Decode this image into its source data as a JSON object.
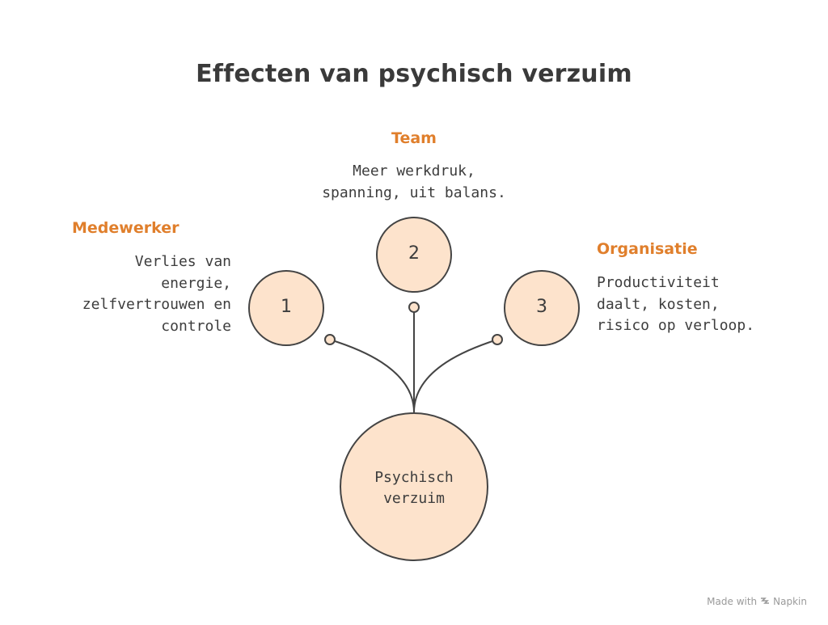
{
  "title": "Effecten van psychisch verzuim",
  "center": {
    "label": "Psychisch\nverzuim"
  },
  "branches": [
    {
      "number": "1",
      "heading": "Medewerker",
      "description": "Verlies van\nenergie,\nzelfvertrouwen en\ncontrole"
    },
    {
      "number": "2",
      "heading": "Team",
      "description": "Meer werkdruk,\nspanning, uit balans."
    },
    {
      "number": "3",
      "heading": "Organisatie",
      "description": "Productiviteit\ndaalt, kosten,\nrisico op verloop."
    }
  ],
  "watermark": {
    "prefix": "Made with",
    "brand": "Napkin",
    "icon": "napkin-logo-icon"
  },
  "colors": {
    "circle_fill": "#fde3cc",
    "circle_stroke": "#444444",
    "heading": "#e07f2c",
    "text": "#3d3d3d"
  }
}
